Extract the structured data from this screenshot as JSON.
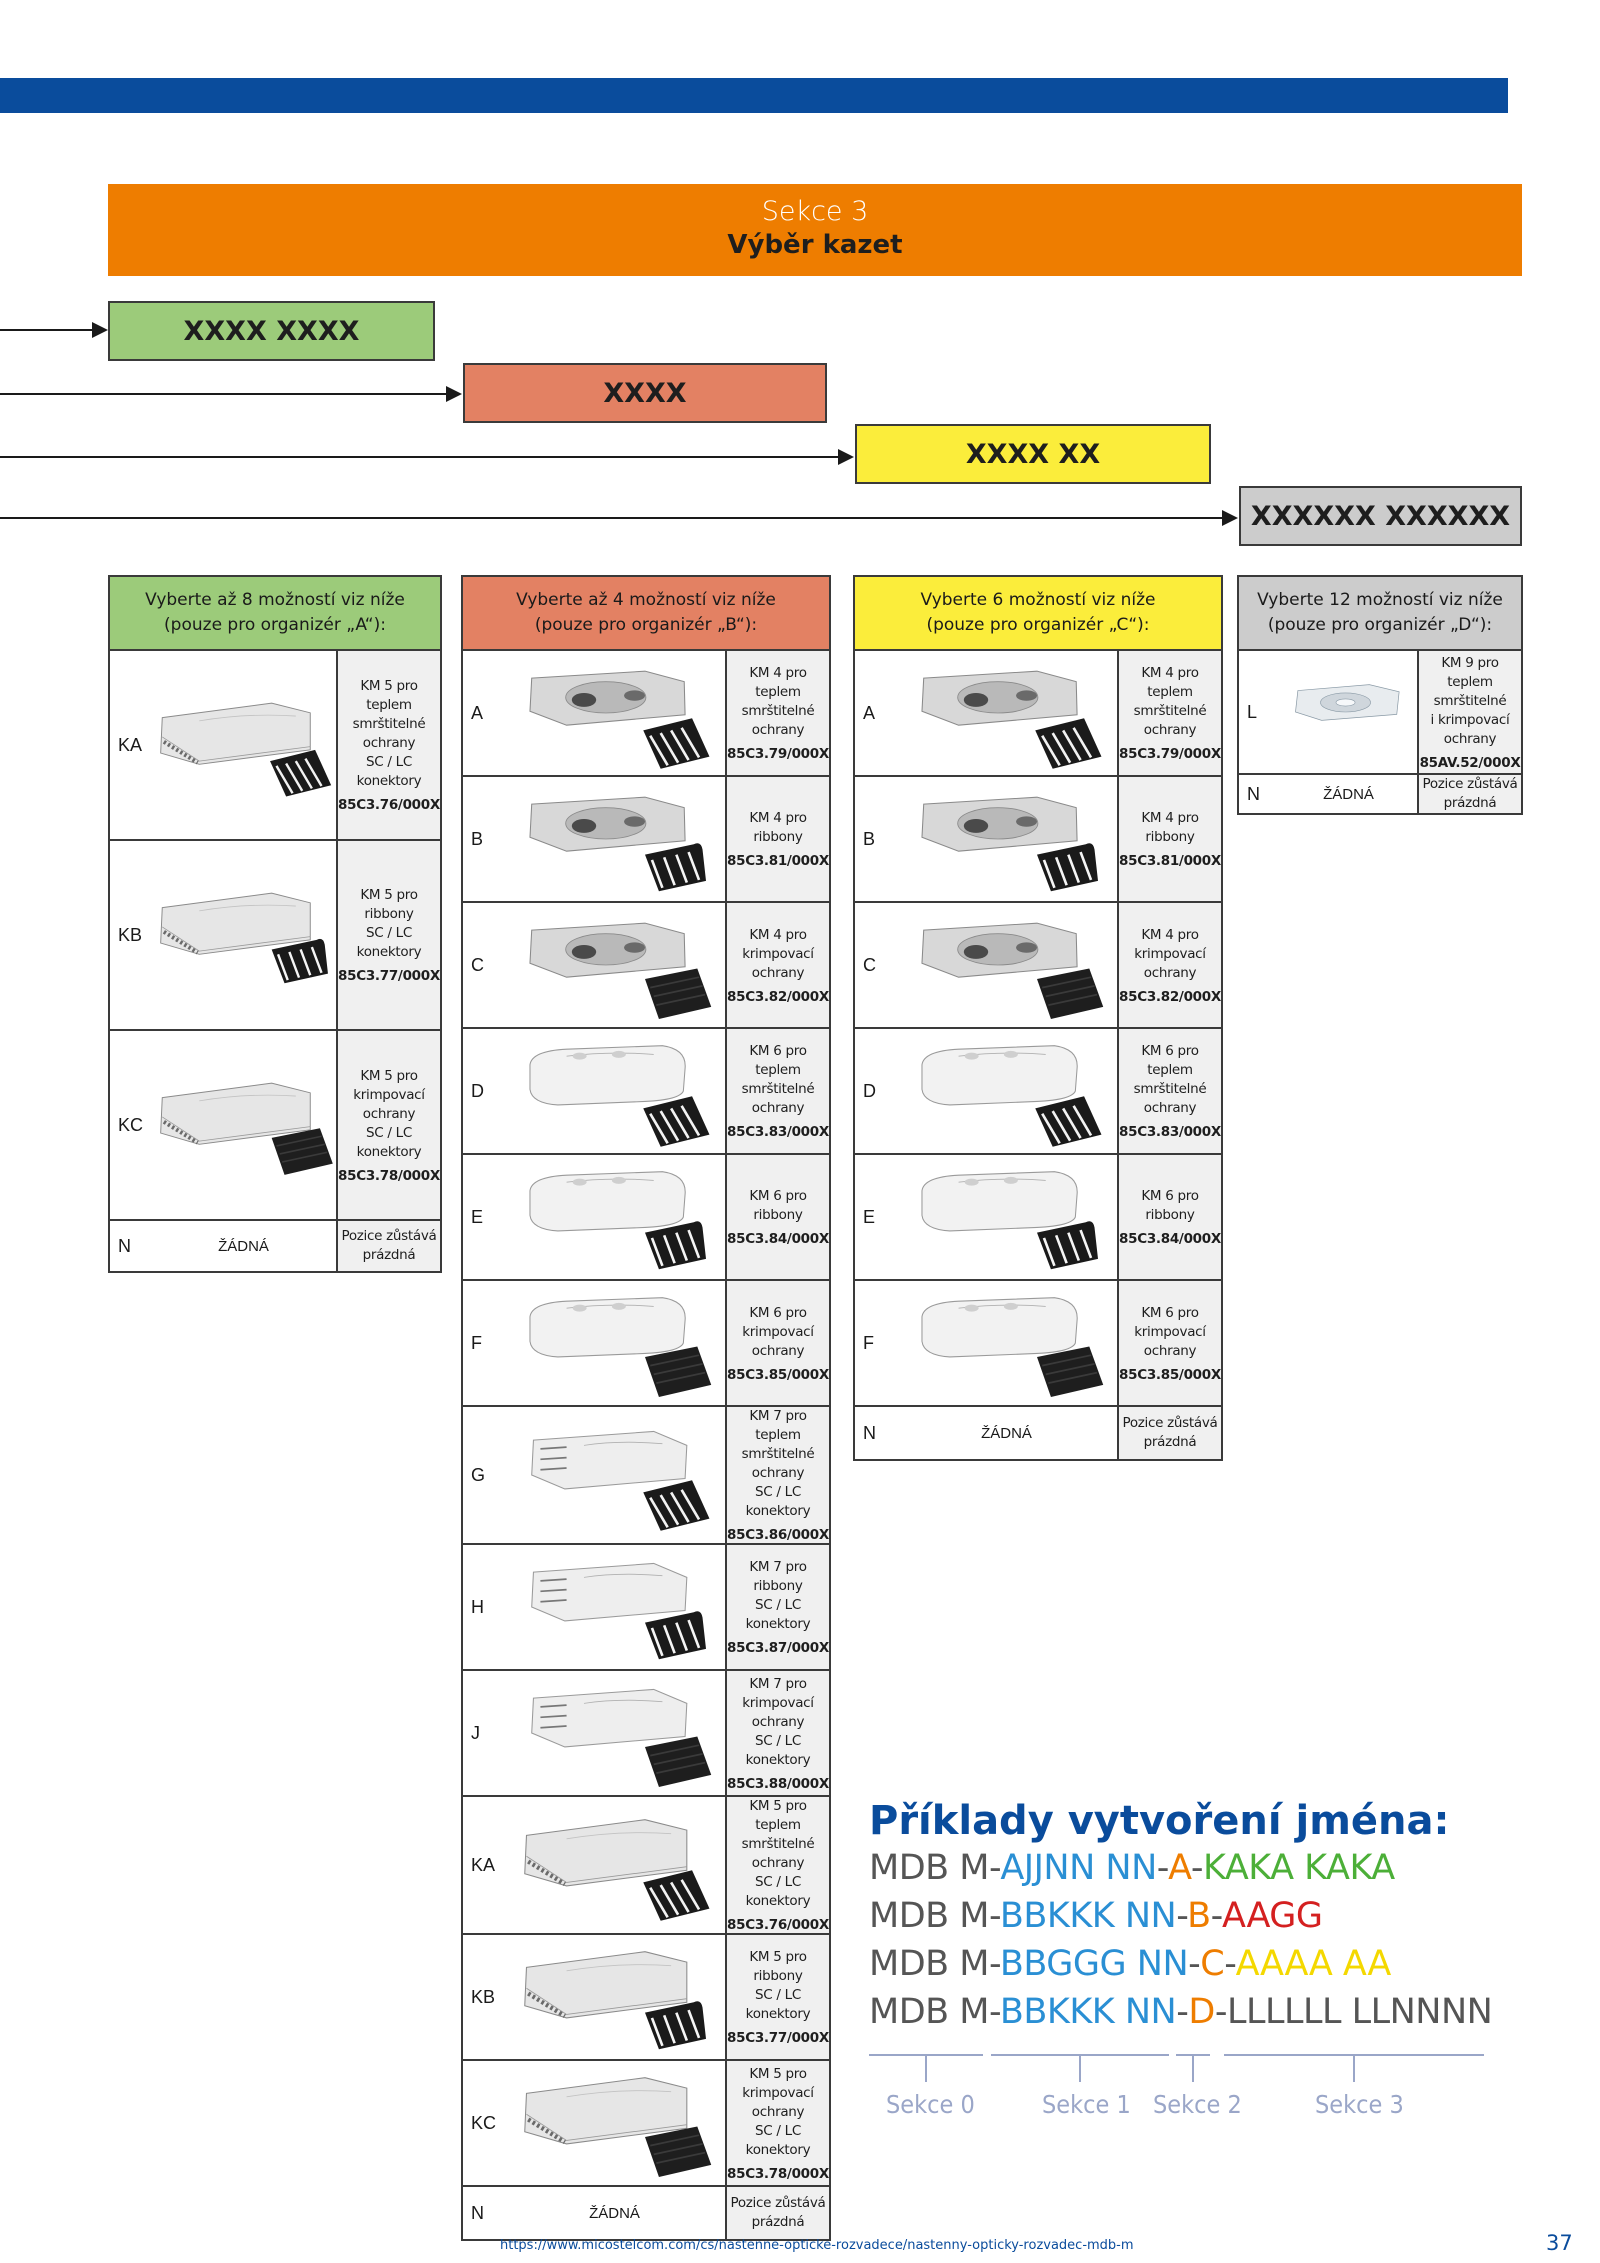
{
  "header": {
    "section": "Sekce 3",
    "subtitle": "Výběr kazet"
  },
  "codes": {
    "a": "XXXX XXXX",
    "b": "XXXX",
    "c": "XXXX XX",
    "d": "XXXXXX XXXXXX"
  },
  "colors": {
    "topbar": "#0a4c9c",
    "header": "#ee7d00",
    "green": "#9ccb7a",
    "red": "#e38163",
    "yellow": "#fbed3b",
    "grey": "#cccccc"
  },
  "tableA": {
    "head": [
      "Vyberte až 8 možností viz níže",
      "(pouze pro organizér „A“):"
    ],
    "rows": [
      {
        "code": "KA",
        "desc": [
          "KM 5 pro",
          "teplem",
          "smrštitelné",
          "ochrany",
          "SC / LC",
          "konektory"
        ],
        "part": "85C3.76/000X",
        "img": "km5-heat"
      },
      {
        "code": "KB",
        "desc": [
          "KM 5 pro",
          "ribbony",
          "SC / LC",
          "konektory"
        ],
        "part": "85C3.77/000X",
        "img": "km5-ribbon"
      },
      {
        "code": "KC",
        "desc": [
          "KM 5 pro",
          "krimpovací",
          "ochrany",
          "SC / LC",
          "konektory"
        ],
        "part": "85C3.78/000X",
        "img": "km5-crimp"
      }
    ],
    "none": {
      "code": "N",
      "label": "ŽÁDNÁ",
      "desc": [
        "Pozice zůstává",
        "prázdná"
      ]
    }
  },
  "tableB": {
    "head": [
      "Vyberte až 4 možností viz níže",
      "(pouze pro organizér „B“):"
    ],
    "rows": [
      {
        "code": "A",
        "desc": [
          "KM 4 pro teplem",
          "smrštitelné",
          "ochrany"
        ],
        "part": "85C3.79/000X",
        "img": "km4-heat"
      },
      {
        "code": "B",
        "desc": [
          "KM 4 pro ribbony"
        ],
        "part": "85C3.81/000X",
        "img": "km4-ribbon"
      },
      {
        "code": "C",
        "desc": [
          "KM 4 pro",
          "krimpovací",
          "ochrany"
        ],
        "part": "85C3.82/000X",
        "img": "km4-crimp"
      },
      {
        "code": "D",
        "desc": [
          "KM 6 pro teplem",
          "smrštitelné",
          "ochrany"
        ],
        "part": "85C3.83/000X",
        "img": "km6-heat"
      },
      {
        "code": "E",
        "desc": [
          "KM 6 pro ribbony"
        ],
        "part": "85C3.84/000X",
        "img": "km6-ribbon"
      },
      {
        "code": "F",
        "desc": [
          "KM 6 pro",
          "krimpovací",
          "ochrany"
        ],
        "part": "85C3.85/000X",
        "img": "km6-crimp"
      },
      {
        "code": "G",
        "desc": [
          "KM 7 pro teplem",
          "smrštitelné",
          "ochrany",
          "SC / LC konektory"
        ],
        "part": "85C3.86/000X",
        "img": "km7-heat"
      },
      {
        "code": "H",
        "desc": [
          "KM 7 pro ribbony",
          "SC / LC konektory"
        ],
        "part": "85C3.87/000X",
        "img": "km7-ribbon"
      },
      {
        "code": "J",
        "desc": [
          "KM 7 pro",
          "krimpovací",
          "ochrany",
          "SC / LC konektory"
        ],
        "part": "85C3.88/000X",
        "img": "km7-crimp"
      },
      {
        "code": "KA",
        "desc": [
          "KM 5 pro teplem",
          "smrštitelné",
          "ochrany",
          "SC / LC konektory"
        ],
        "part": "85C3.76/000X",
        "img": "km5-heat"
      },
      {
        "code": "KB",
        "desc": [
          "KM 5 pro ribbony",
          "SC / LC konektory"
        ],
        "part": "85C3.77/000X",
        "img": "km5-ribbon"
      },
      {
        "code": "KC",
        "desc": [
          "KM 5 pro",
          "krimpovací",
          "ochrany",
          "SC / LC konektory"
        ],
        "part": "85C3.78/000X",
        "img": "km5-crimp"
      }
    ],
    "none": {
      "code": "N",
      "label": "ŽÁDNÁ",
      "desc": [
        "Pozice zůstává",
        "prázdná"
      ]
    }
  },
  "tableC": {
    "head": [
      "Vyberte 6 možností viz níže",
      "(pouze pro organizér „C“):"
    ],
    "rows": [
      {
        "code": "A",
        "desc": [
          "KM 4 pro teplem",
          "smrštitelné",
          "ochrany"
        ],
        "part": "85C3.79/000X",
        "img": "km4-heat"
      },
      {
        "code": "B",
        "desc": [
          "KM 4 pro ribbony"
        ],
        "part": "85C3.81/000X",
        "img": "km4-ribbon"
      },
      {
        "code": "C",
        "desc": [
          "KM 4 pro",
          "krimpovací",
          "ochrany"
        ],
        "part": "85C3.82/000X",
        "img": "km4-crimp"
      },
      {
        "code": "D",
        "desc": [
          "KM 6 pro teplem",
          "smrštitelné",
          "ochrany"
        ],
        "part": "85C3.83/000X",
        "img": "km6-heat"
      },
      {
        "code": "E",
        "desc": [
          "KM 6 pro ribbony"
        ],
        "part": "85C3.84/000X",
        "img": "km6-ribbon"
      },
      {
        "code": "F",
        "desc": [
          "KM 6 pro",
          "krimpovací",
          "ochrany"
        ],
        "part": "85C3.85/000X",
        "img": "km6-crimp"
      }
    ],
    "none": {
      "code": "N",
      "label": "ŽÁDNÁ",
      "desc": [
        "Pozice zůstává",
        "prázdná"
      ]
    }
  },
  "tableD": {
    "head": [
      "Vyberte 12 možností viz níže",
      "(pouze pro organizér „D“):"
    ],
    "rows": [
      {
        "code": "L",
        "desc": [
          "KM 9 pro teplem",
          "smrštitelné",
          "i krimpovací",
          "ochrany"
        ],
        "part": "85AV.52/000X",
        "img": "km9"
      }
    ],
    "none": {
      "code": "N",
      "label": "ŽÁDNÁ",
      "desc": [
        "Pozice zůstává",
        "prázdná"
      ]
    }
  },
  "examples": {
    "title": "Příklady vytvoření jména:",
    "lines": [
      [
        {
          "t": "MDB M-",
          "c": "grey"
        },
        {
          "t": "AJJNN NN",
          "c": "blue"
        },
        {
          "t": "-",
          "c": "grey"
        },
        {
          "t": "A",
          "c": "orange"
        },
        {
          "t": "-",
          "c": "grey"
        },
        {
          "t": "KAKA KAKA",
          "c": "green"
        }
      ],
      [
        {
          "t": "MDB M-",
          "c": "grey"
        },
        {
          "t": "BBKKK NN",
          "c": "blue"
        },
        {
          "t": "-",
          "c": "grey"
        },
        {
          "t": "B",
          "c": "orange"
        },
        {
          "t": "-",
          "c": "grey"
        },
        {
          "t": "AAGG",
          "c": "red"
        }
      ],
      [
        {
          "t": "MDB M-",
          "c": "grey"
        },
        {
          "t": "BBGGG NN",
          "c": "blue"
        },
        {
          "t": "-",
          "c": "grey"
        },
        {
          "t": "C",
          "c": "orange"
        },
        {
          "t": "-",
          "c": "grey"
        },
        {
          "t": "AAAA AA",
          "c": "yellow"
        }
      ],
      [
        {
          "t": "MDB M-",
          "c": "grey"
        },
        {
          "t": "BBKKK NN",
          "c": "blue"
        },
        {
          "t": "-",
          "c": "grey"
        },
        {
          "t": "D",
          "c": "orange"
        },
        {
          "t": "-",
          "c": "grey"
        },
        {
          "t": "LLLLLL LLNNNN",
          "c": "grey"
        }
      ]
    ],
    "sections": [
      "Sekce 0",
      "Sekce 1",
      "Sekce 2",
      "Sekce 3"
    ]
  },
  "footer": {
    "url": "https://www.micostelcom.com/cs/nastenne-opticke-rozvadece/nastenny-opticky-rozvadec-mdb-m",
    "page": "37"
  }
}
